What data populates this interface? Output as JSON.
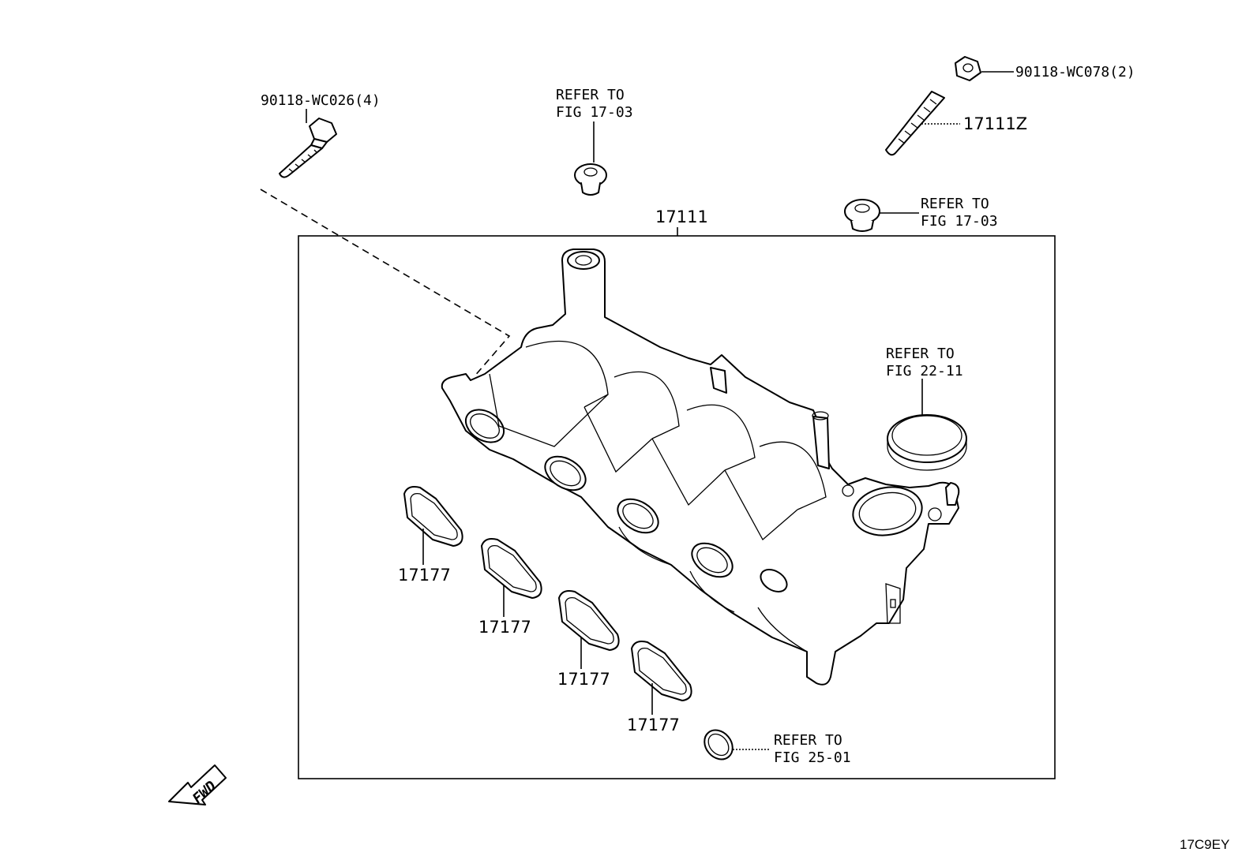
{
  "labels": {
    "bolt_4": "90118-WC026(4)",
    "refer_top_1": "REFER TO",
    "refer_top_2": "FIG 17-03",
    "nut_2": "90118-WC078(2)",
    "stud": "17111Z",
    "manifold": "17111",
    "refer_right_1": "REFER TO",
    "refer_right_2": "FIG 17-03",
    "refer_ring_1": "REFER TO",
    "refer_ring_2": "FIG 22-11",
    "gasket_1": "17177",
    "gasket_2": "17177",
    "gasket_3": "17177",
    "gasket_4": "17177",
    "refer_small_1": "REFER TO",
    "refer_small_2": "FIG 25-01",
    "fwd": "FWD",
    "figure_id": "17C9EY"
  }
}
